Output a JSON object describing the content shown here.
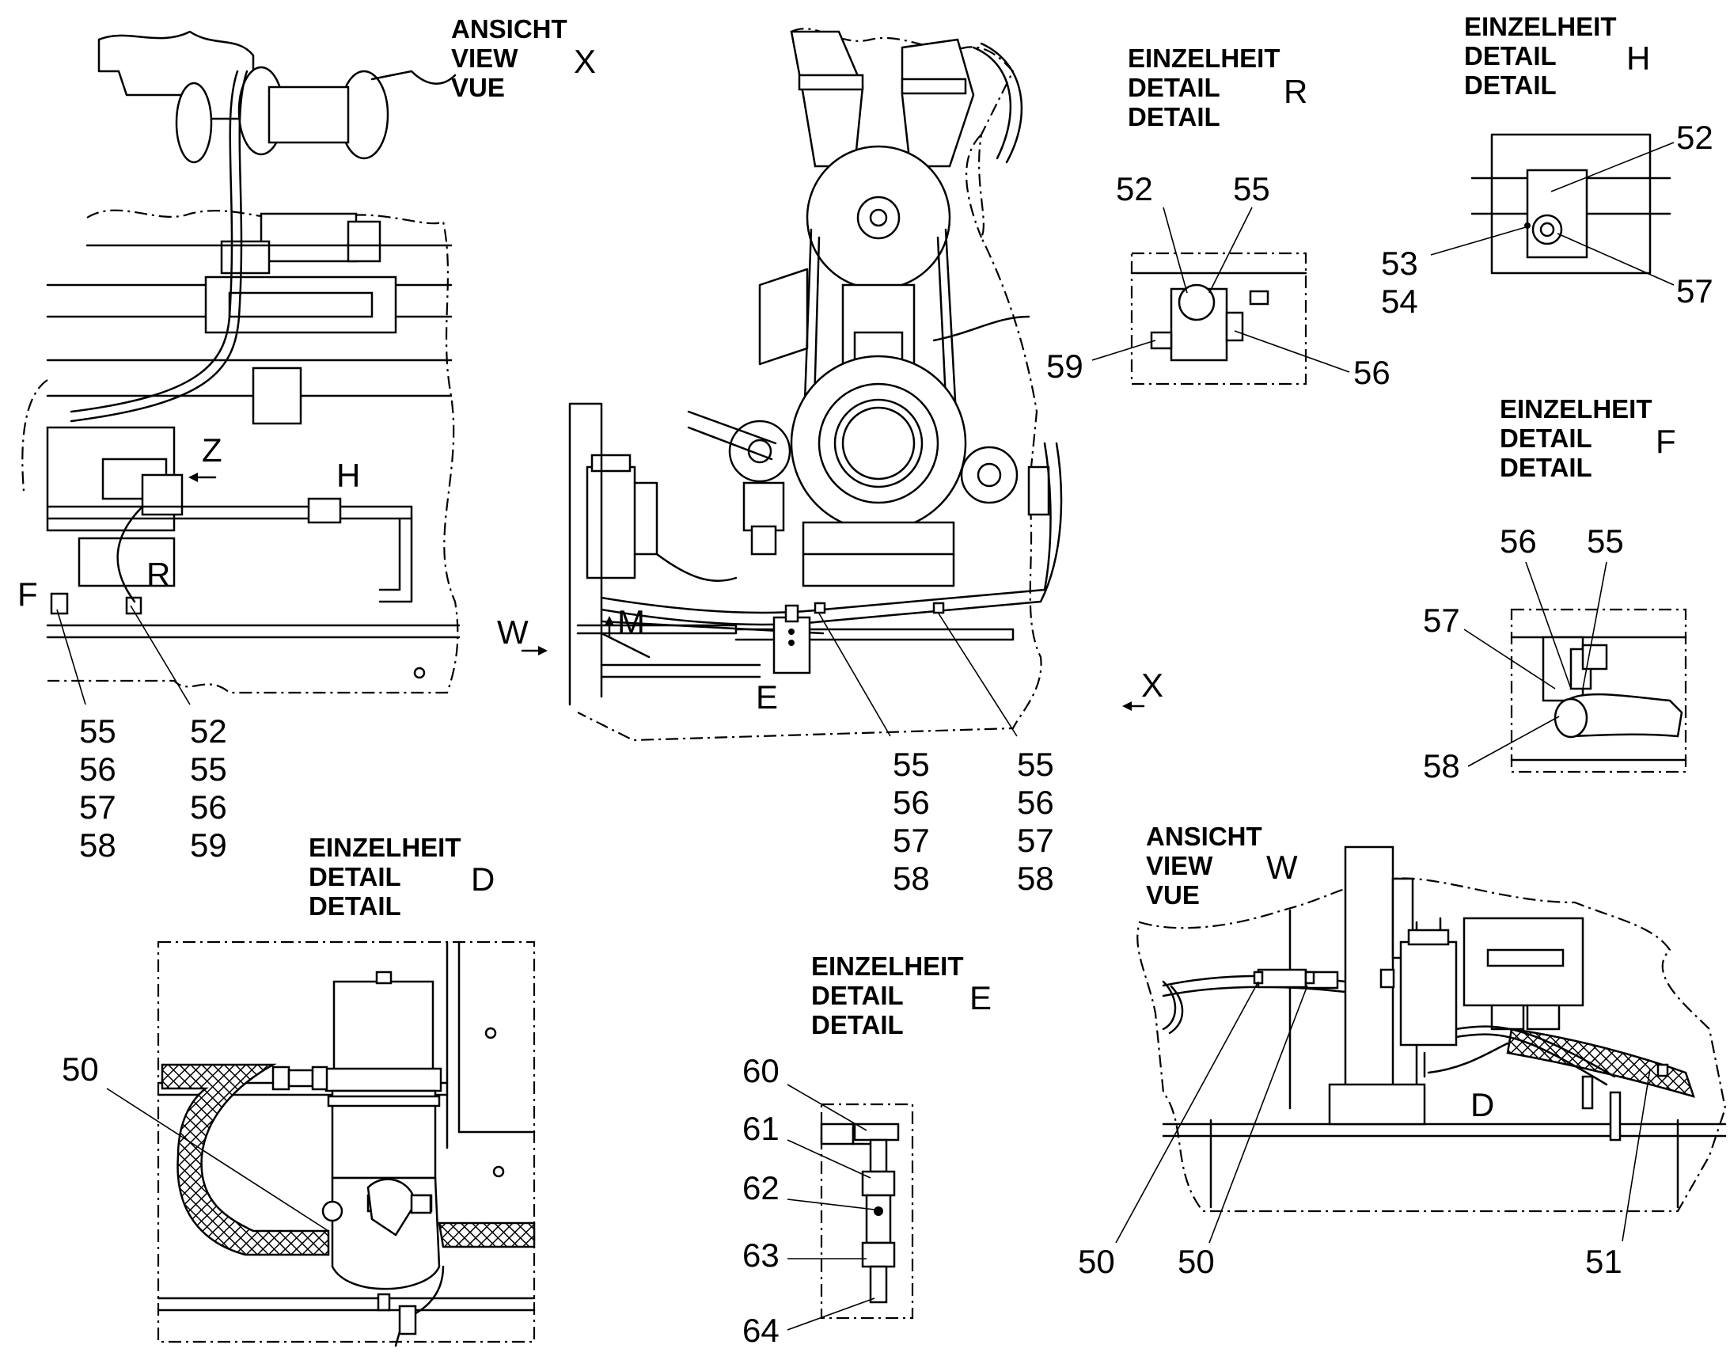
{
  "views": {
    "view_x": {
      "lines": [
        "ANSICHT",
        "VIEW",
        "VUE"
      ],
      "letter": "X"
    },
    "view_w": {
      "lines": [
        "ANSICHT",
        "VIEW",
        "VUE"
      ],
      "letter": "W"
    }
  },
  "details": {
    "detail_r": {
      "lines": [
        "EINZELHEIT",
        "DETAIL",
        "DETAIL"
      ],
      "letter": "R"
    },
    "detail_h": {
      "lines": [
        "EINZELHEIT",
        "DETAIL",
        "DETAIL"
      ],
      "letter": "H"
    },
    "detail_f": {
      "lines": [
        "EINZELHEIT",
        "DETAIL",
        "DETAIL"
      ],
      "letter": "F"
    },
    "detail_d": {
      "lines": [
        "EINZELHEIT",
        "DETAIL",
        "DETAIL"
      ],
      "letter": "D"
    },
    "detail_e": {
      "lines": [
        "EINZELHEIT",
        "DETAIL",
        "DETAIL"
      ],
      "letter": "E"
    }
  },
  "markers": {
    "z": "Z",
    "h": "H",
    "f": "F",
    "r": "R",
    "m": "M",
    "e": "E",
    "w": "W",
    "x": "X",
    "d": "D"
  },
  "callouts": {
    "view_x_left": [
      "55",
      "56",
      "57",
      "58"
    ],
    "view_x_right": [
      "52",
      "55",
      "56",
      "59"
    ],
    "main_left": [
      "55",
      "56",
      "57",
      "58"
    ],
    "main_right": [
      "55",
      "56",
      "57",
      "58"
    ],
    "detail_r": {
      "a": "52",
      "b": "55",
      "c": "59",
      "d": "56"
    },
    "detail_h": {
      "a": "52",
      "b": "53",
      "c": "54",
      "d": "57"
    },
    "detail_f": {
      "a": "56",
      "b": "55",
      "c": "57",
      "d": "58"
    },
    "detail_d": {
      "a": "50"
    },
    "detail_e": {
      "a": "60",
      "b": "61",
      "c": "62",
      "d": "63",
      "e": "64"
    },
    "view_w": {
      "a": "50",
      "b": "50",
      "c": "51"
    }
  }
}
